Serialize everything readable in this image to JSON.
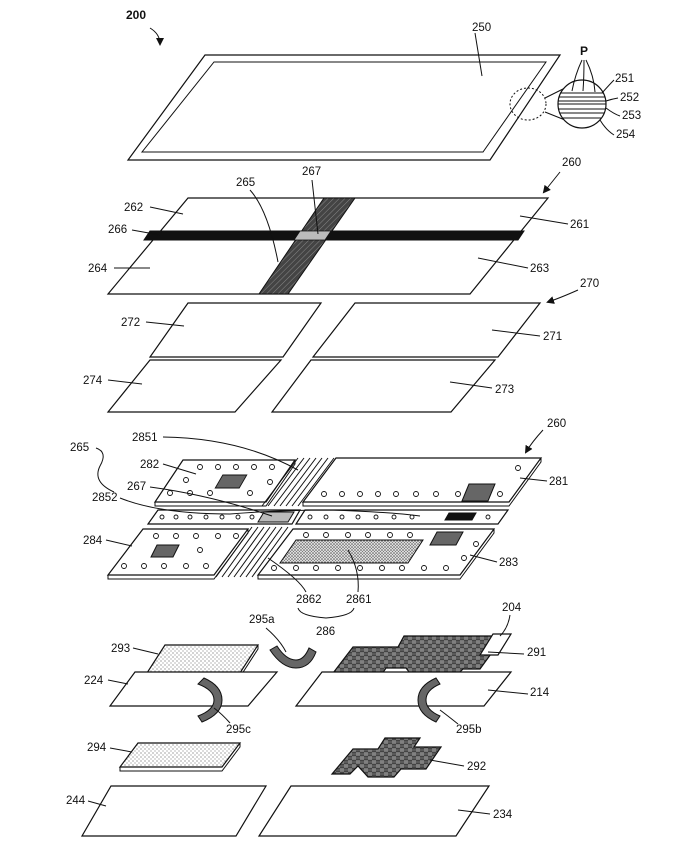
{
  "figure_number": "200",
  "labels": {
    "l250": "250",
    "lP": "P",
    "l251": "251",
    "l252": "252",
    "l253": "253",
    "l254": "254",
    "l260a": "260",
    "l261": "261",
    "l262": "262",
    "l263": "263",
    "l264": "264",
    "l265a": "265",
    "l266": "266",
    "l267a": "267",
    "l270": "270",
    "l271": "271",
    "l272": "272",
    "l273": "273",
    "l274": "274",
    "l260b": "260",
    "l265b": "265",
    "l2851": "2851",
    "l282": "282",
    "l281": "281",
    "l267b": "267",
    "l2852": "2852",
    "l284": "284",
    "l283": "283",
    "l2862": "2862",
    "l2861": "2861",
    "l286": "286",
    "l204": "204",
    "l295a": "295a",
    "l293": "293",
    "l291": "291",
    "l224": "224",
    "l214": "214",
    "l295c": "295c",
    "l295b": "295b",
    "l294": "294",
    "l292": "292",
    "l244": "244",
    "l234": "234"
  },
  "colors": {
    "line": "#111111",
    "background": "#ffffff",
    "dark_fill": "#111111",
    "gray_fill": "#666666"
  }
}
